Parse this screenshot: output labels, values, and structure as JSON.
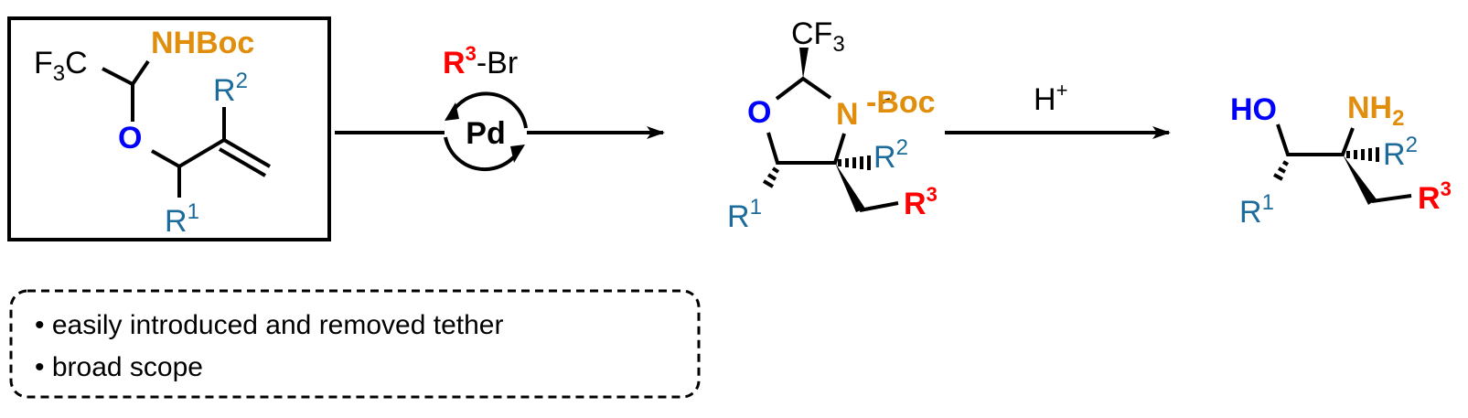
{
  "colors": {
    "nitrogen": "#E08E0B",
    "oxygen": "#0000FF",
    "r_group": "#1B6B9B",
    "r3": "#FF0000",
    "bond": "#000000"
  },
  "substrate": {
    "cf3_F": "F",
    "cf3_sub": "3",
    "cf3_C": "C",
    "nhboc": "NHBoc",
    "oxygen": "O",
    "r1": "R",
    "r1_sup": "1",
    "r2": "R",
    "r2_sup": "2"
  },
  "step1": {
    "reagent_r": "R",
    "reagent_sup": "3",
    "reagent_rest": "-Br",
    "catalyst": "Pd"
  },
  "oxazolidine": {
    "cf3": "CF",
    "cf3_sub": "3",
    "oxygen": "O",
    "nitrogen": "N",
    "boc": "-Boc",
    "r1": "R",
    "r1_sup": "1",
    "r2": "R",
    "r2_sup": "2",
    "r3": "R",
    "r3_sup": "3"
  },
  "step2": {
    "acid": "H",
    "acid_sup": "+"
  },
  "product": {
    "ho": "HO",
    "nh": "NH",
    "nh_sub": "2",
    "r1": "R",
    "r1_sup": "1",
    "r2": "R",
    "r2_sup": "2",
    "r3": "R",
    "r3_sup": "3"
  },
  "notes": [
    "• easily introduced and removed tether",
    "• broad scope"
  ]
}
